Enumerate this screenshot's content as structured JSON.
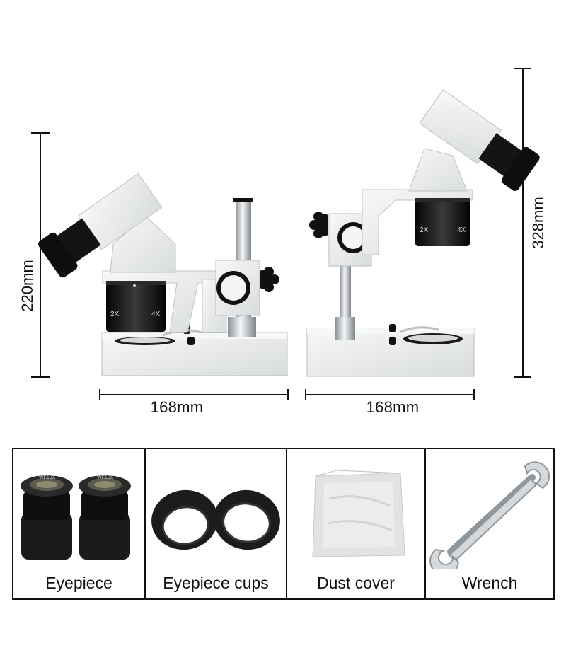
{
  "dimensions": {
    "height_left": "220mm",
    "height_right": "328mm",
    "width_left": "168mm",
    "width_right": "168mm"
  },
  "lens_markings": {
    "left_low": "2X",
    "left_high": "4X",
    "right_low": "2X",
    "right_high": "4X"
  },
  "accessories": [
    {
      "label": "Eyepiece",
      "marking": "WF10X"
    },
    {
      "label": "Eyepiece cups"
    },
    {
      "label": "Dust cover"
    },
    {
      "label": "Wrench"
    }
  ],
  "colors": {
    "body_white": "#eceeee",
    "black": "#111111",
    "chrome": "#cfd3d6"
  }
}
